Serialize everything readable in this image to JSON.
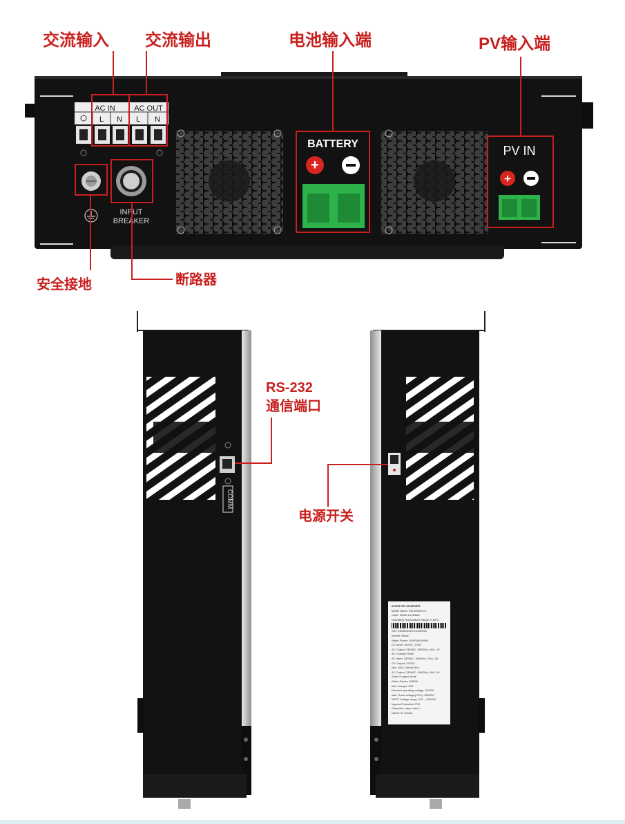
{
  "callouts": {
    "ac_input": "交流输入",
    "ac_output": "交流输出",
    "battery_input": "电池输入端",
    "pv_input": "PV输入端",
    "safety_ground": "安全接地",
    "breaker": "断路器",
    "rs232_line1": "RS-232",
    "rs232_line2": "通信端口",
    "power_switch": "电源开关"
  },
  "panel": {
    "ac_in": "AC  IN",
    "ac_out": "AC  OUT",
    "term_l": "L",
    "term_n": "N",
    "battery": "BATTERY",
    "pv_in": "PV   IN",
    "input_breaker_1": "INPUT",
    "input_breaker_2": "BREAKER",
    "comm": "COMM",
    "plus": "+",
    "minus": "−"
  },
  "label_sticker": {
    "lines": [
      "INVERTER CHARGER",
      "Model Name: SM-5000H-24",
      "Color: White and Black",
      "Operating Temperature Range: 0-55°C",
      "S/N: 2308012022101000001",
      "Inverter Mode",
      "Rated Power: 5000VA/5000W",
      "DC Input: 24VDC, 125A",
      "AC Output: 230VAC, 50/60Hz, 40A, 1Φ",
      "AC Charger Mode",
      "AC Input: 230VAC, 50/60Hz, 24/A, 1Φ",
      "DC Output: 27VDC",
      "Max. 80A, Default 30A",
      "AC Output: 230VAC, 50/60Hz, 40A, 1Φ",
      "Solar Charger Mode",
      "Rated Power: 3000W",
      "Max charger: 80A",
      "Nominal operating voltage: 24VDC",
      "Max. Solar Voltage(VOC): 450VDC",
      "MPPT Voltage range: 120 – 450VDC",
      "Ingress Protection IP21",
      "Protective class: class I",
      "MADE IN CHINA"
    ]
  }
}
